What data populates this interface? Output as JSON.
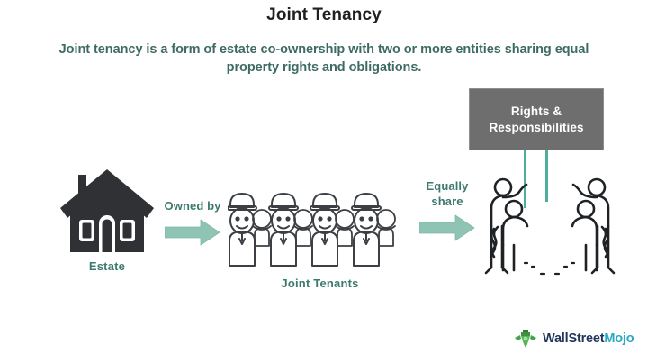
{
  "page": {
    "title": "Joint Tenancy",
    "subtitle": "Joint tenancy is a form of estate co-ownership with two or more entities sharing equal property rights and obligations."
  },
  "diagram": {
    "rights_box": {
      "line1": "Rights &",
      "line2": "Responsibilities",
      "label": "Rights & Responsibilities"
    },
    "estate": {
      "label": "Estate",
      "icon": "house-icon"
    },
    "arrow_1": {
      "caption": "Owned by",
      "icon": "arrow-right-icon"
    },
    "tenants": {
      "label": "Joint Tenants",
      "icon": "people-group-icon",
      "count": 4
    },
    "arrow_2": {
      "caption_line1": "Equally",
      "caption_line2": "share",
      "caption": "Equally share",
      "icon": "arrow-right-icon"
    },
    "crowd": {
      "icon": "people-raising-hands-icon",
      "label": "shared owners"
    },
    "connectors": {
      "label": "share-connector-line",
      "count": 2
    }
  },
  "branding": {
    "logo_icon": "wallstreetmojo-bull-icon",
    "name_part_1": "WallStreet",
    "name_part_2": "Mojo"
  },
  "colors": {
    "title": "#231f20",
    "subtitle": "#3d6b63",
    "teal_label": "#3d7a6d",
    "arrow": "#8fc4b4",
    "connector": "#4fae9b",
    "box_fill": "#6e6e6e",
    "box_text": "#ffffff",
    "house": "#2f3134",
    "line_art": "#3c3f43",
    "logo_dark": "#1d3557",
    "logo_accent": "#2aa8c4",
    "background": "#ffffff"
  }
}
